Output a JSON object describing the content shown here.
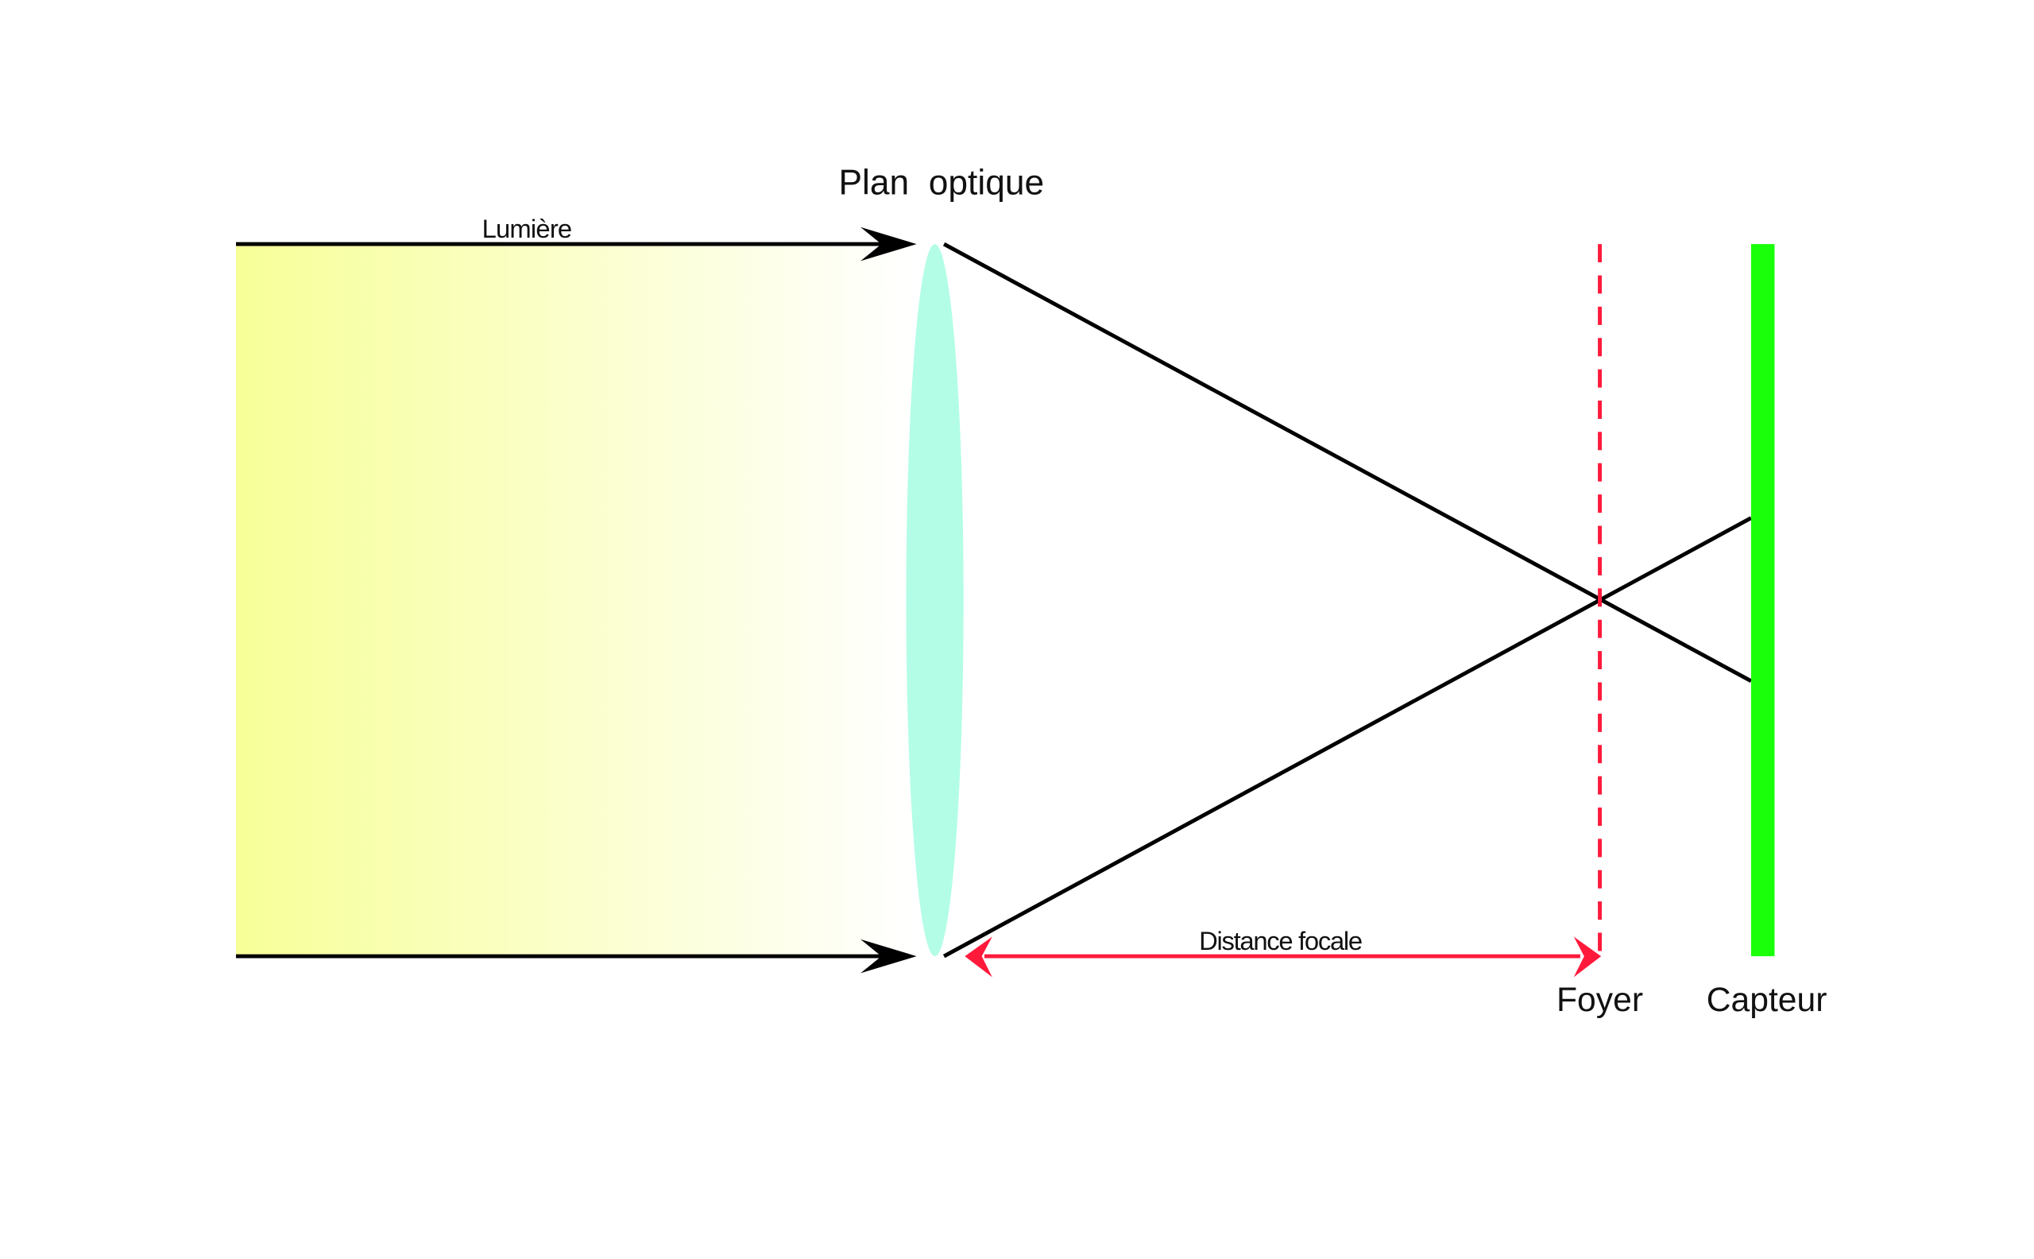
{
  "labels": {
    "plan_optique": "Plan  optique",
    "lumiere": "Lumière",
    "distance_focale": "Distance focale",
    "foyer": "Foyer",
    "capteur": "Capteur"
  },
  "colors": {
    "light_start": "#f7ff98",
    "light_end": "#ffffff",
    "lens": "#b3fde6",
    "focal": "#ff1a3c",
    "sensor": "#1aff0a",
    "ray": "#000000"
  }
}
